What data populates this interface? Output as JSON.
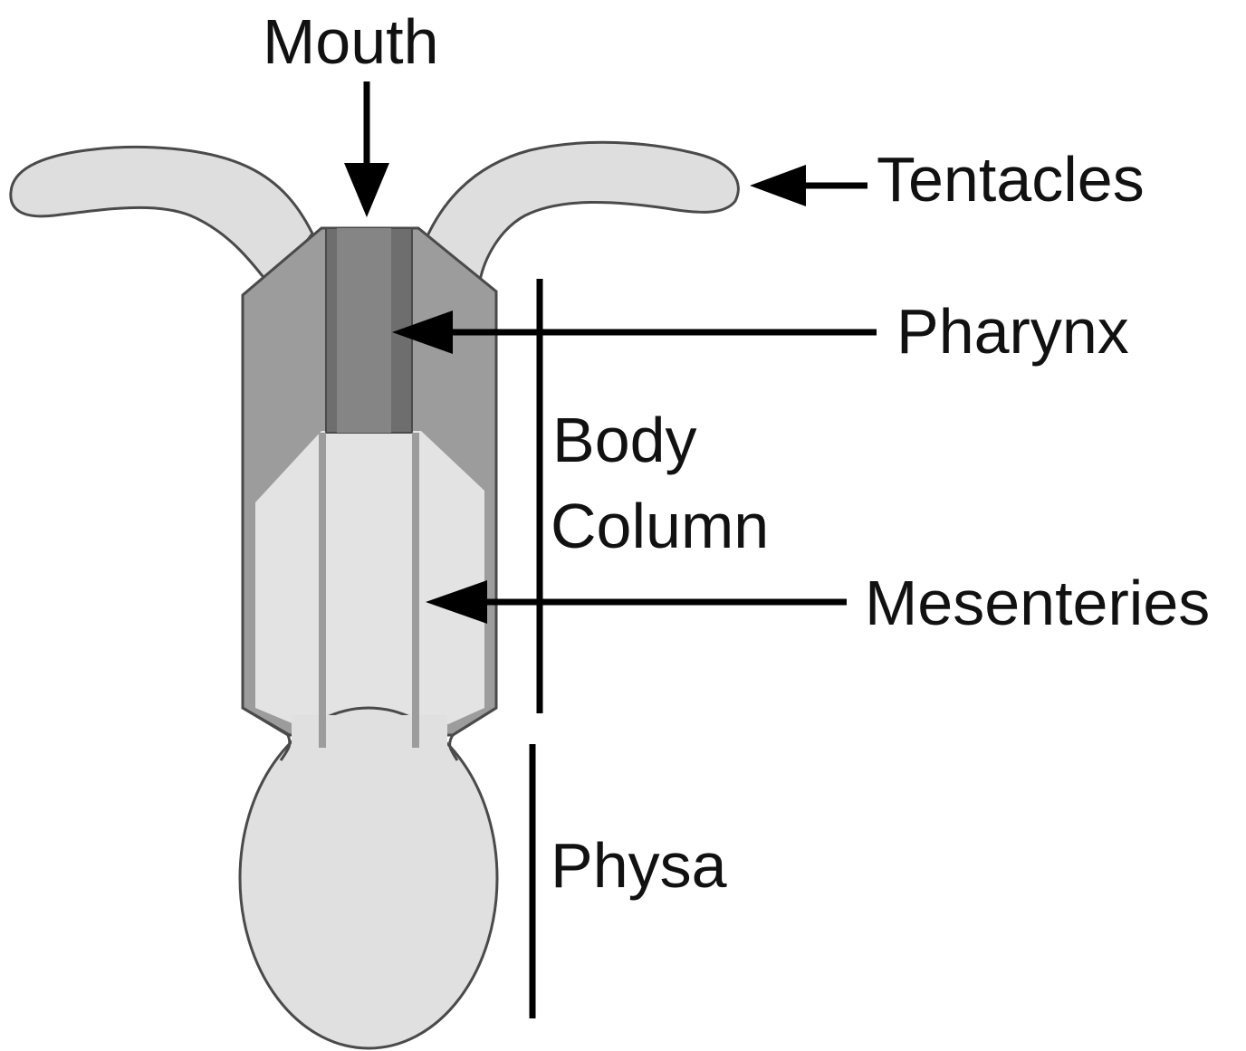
{
  "labels": {
    "mouth": "Mouth",
    "tentacles": "Tentacles",
    "pharynx": "Pharynx",
    "body_column_line1": "Body",
    "body_column_line2": "Column",
    "mesenteries": "Mesenteries",
    "physa": "Physa"
  },
  "colors": {
    "tentacle_fill": "#dedede",
    "column_fill": "#9c9c9c",
    "pharynx_fill": "#6e6e6e",
    "inner_fill": "#e3e3e3",
    "physa_fill": "#e0e0e0",
    "outline": "#4a4a4a",
    "arrow": "#000000"
  }
}
